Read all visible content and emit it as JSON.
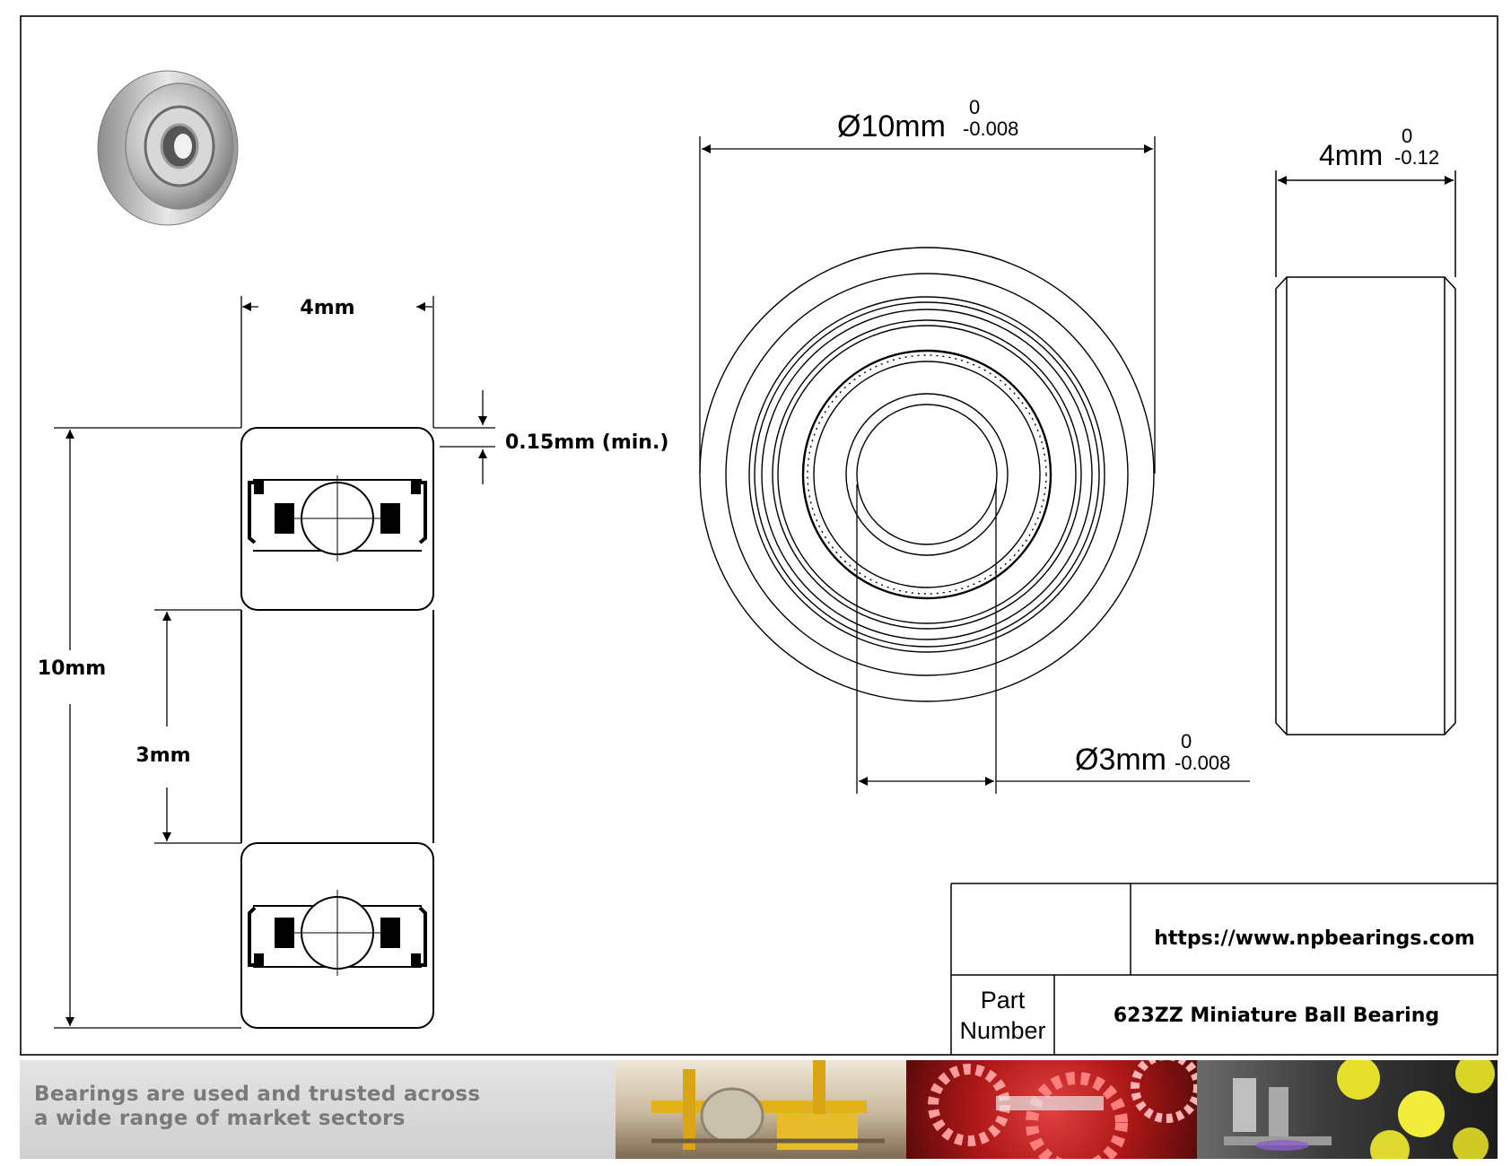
{
  "drawing": {
    "section": {
      "width_label": "4mm",
      "outer_diameter_label": "10mm",
      "bore_label": "3mm",
      "chamfer_label": "0.15mm (min.)"
    },
    "front_view": {
      "outer_diameter": {
        "nominal": "Ø10mm",
        "upper_tol": "0",
        "lower_tol": "-0.008"
      },
      "bore_diameter": {
        "nominal": "Ø3mm",
        "upper_tol": "0",
        "lower_tol": "-0.008"
      }
    },
    "side_view": {
      "width": {
        "nominal": "4mm",
        "upper_tol": "0",
        "lower_tol": "-0.12"
      }
    }
  },
  "title_block": {
    "website": "https://www.npbearings.com",
    "part_number_label_line1": "Part",
    "part_number_label_line2": "Number",
    "part_number_value": "623ZZ Miniature Ball Bearing"
  },
  "banner": {
    "line1": "Bearings are used and trusted across",
    "line2": "a wide range of market sectors"
  }
}
